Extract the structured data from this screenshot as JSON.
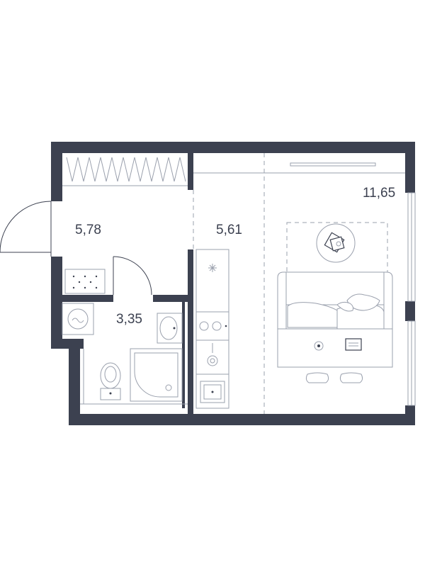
{
  "rooms": {
    "hallway": {
      "area": "5,78"
    },
    "kitchen": {
      "area": "5,61"
    },
    "bathroom": {
      "area": "3,35"
    },
    "living": {
      "area": "11,65"
    }
  },
  "colors": {
    "wall": "#3c4150",
    "furniture_line": "#9aa0ad",
    "background": "#ffffff"
  },
  "icons": [
    "door-swing-icon",
    "wardrobe-icon",
    "washing-machine-icon",
    "sink-icon",
    "toilet-icon",
    "shower-icon",
    "stove-icon",
    "kitchen-sink-icon",
    "sofa-icon",
    "table-icon",
    "chair-icon",
    "rug-icon",
    "tv-icon",
    "window-icon"
  ]
}
